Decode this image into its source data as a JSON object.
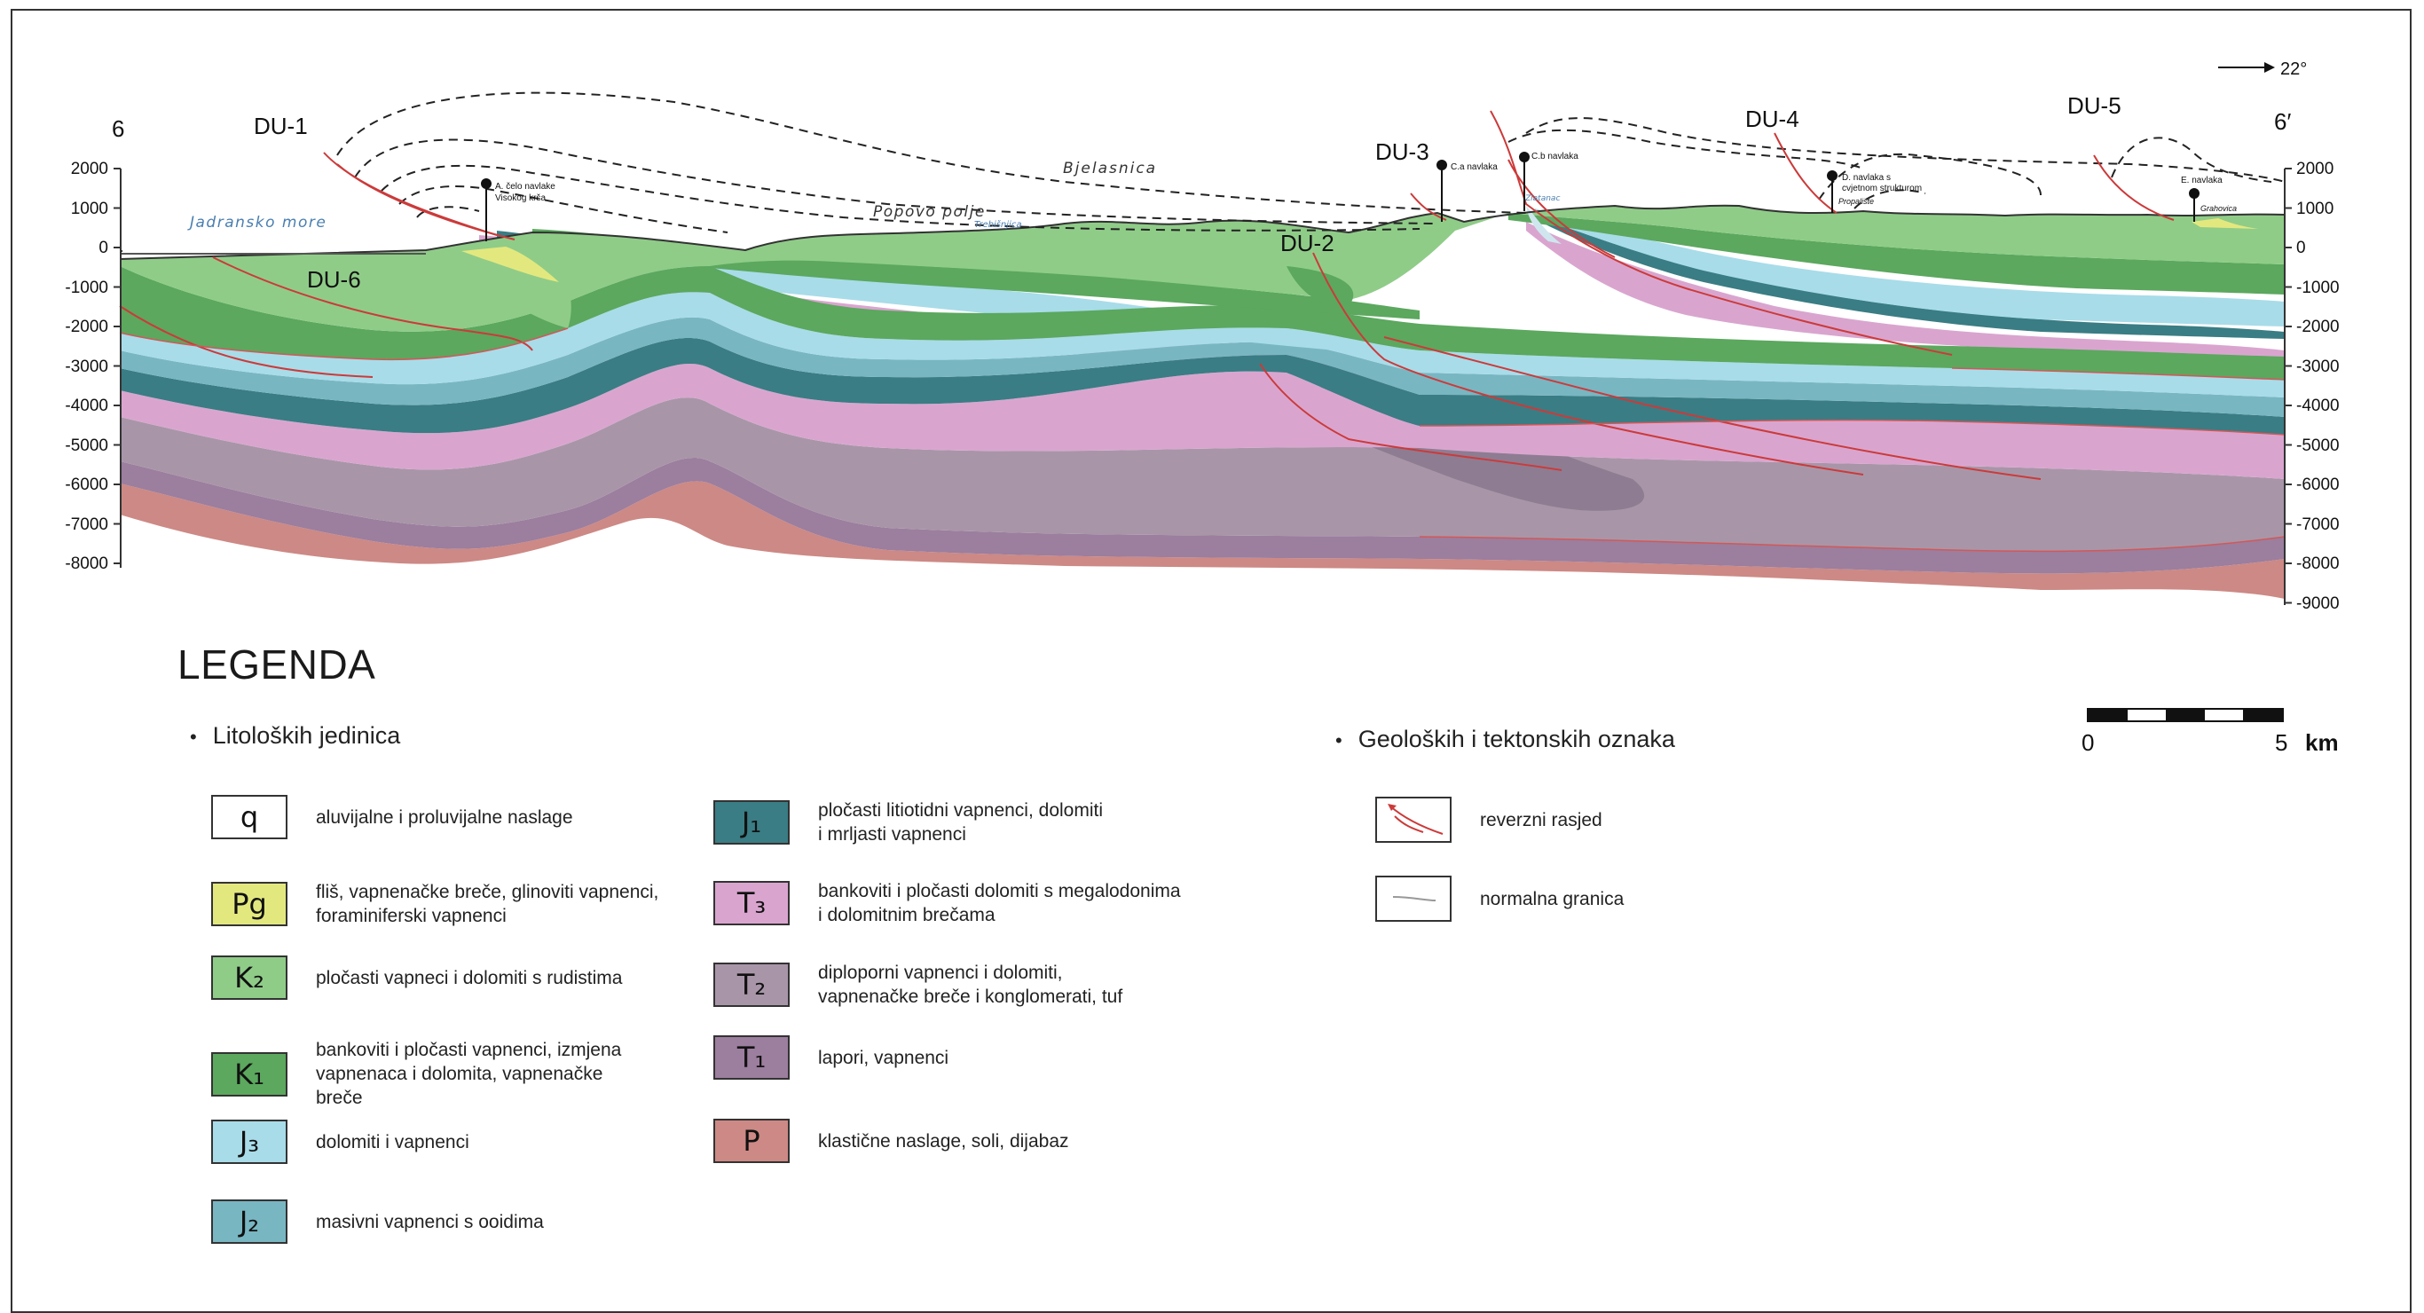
{
  "section": {
    "left_label": "6",
    "right_label": "6′",
    "orientation": "22°",
    "profiles": [
      "DU-1",
      "DU-2",
      "DU-3",
      "DU-4",
      "DU-5",
      "DU-6"
    ],
    "axis_left": [
      "2000",
      "1000",
      "0",
      "-1000",
      "-2000",
      "-3000",
      "-4000",
      "-5000",
      "-6000",
      "-7000",
      "-8000"
    ],
    "axis_right": [
      "2000",
      "1000",
      "0",
      "-1000",
      "-2000",
      "-3000",
      "-4000",
      "-5000",
      "-6000",
      "-7000",
      "-8000",
      "-9000"
    ],
    "places": {
      "sea": "Jadransko more",
      "polje": "Popovo polje",
      "mountain": "Bjelasnica",
      "river": "Trebišnjica",
      "a_nappe": "A. čelo navlake",
      "a_nappe_2": "Visokog krša",
      "ca": "C.a navlaka",
      "cb": "C.b navlaka",
      "d1": "D. navlaka s",
      "d2": "cvjetnom strukturom",
      "e": "E. navlaka",
      "zlat": "Zlatanac",
      "prop": "Propalište",
      "grah": "Grahovica"
    }
  },
  "legend": {
    "title": "LEGENDA",
    "units_title": "Litoloških jedinica",
    "symbols_title": "Geoloških i tektonskih oznaka",
    "units": [
      {
        "code": "q",
        "color": "#ffffff",
        "text": "aluvijalne i proluvijalne naslage"
      },
      {
        "code": "Pg",
        "color": "#e3e87e",
        "text": "fliš, vapnenačke breče, glinoviti vapnenci,\nforaminiferski vapnenci"
      },
      {
        "code": "K₂",
        "color": "#8fcc88",
        "text": "pločasti vapneci i dolomiti s rudistima"
      },
      {
        "code": "K₁",
        "color": "#5ba85e",
        "text": "bankoviti i pločasti vapnenci, izmjena\nvapnenaca i dolomita, vapnenačke\nbreče"
      },
      {
        "code": "J₃",
        "color": "#a8dce9",
        "text": "dolomiti i vapnenci"
      },
      {
        "code": "J₂",
        "color": "#78b6c2",
        "text": "masivni vapnenci s ooidima"
      },
      {
        "code": "J₁",
        "color": "#3a7d84",
        "text": "pločasti litiotidni vapnenci, dolomiti\ni mrljasti vapnenci"
      },
      {
        "code": "T₃",
        "color": "#d9a5cf",
        "text": "bankoviti i pločasti dolomiti s megalodonima\ni dolomitnim brečama"
      },
      {
        "code": "T₂",
        "color": "#a896a8",
        "text": "diploporni vapnenci i dolomiti,\nvapnenačke breče i konglomerati, tuf"
      },
      {
        "code": "T₁",
        "color": "#9c7e9e",
        "text": "lapori, vapnenci"
      },
      {
        "code": "P",
        "color": "#cd8985",
        "text": "klastične naslage, soli, dijabaz"
      }
    ],
    "symbols": [
      {
        "icon": "reverse-fault-icon",
        "text": "reverzni rasjed"
      },
      {
        "icon": "normal-boundary-icon",
        "text": "normalna granica"
      }
    ],
    "scale": {
      "start": "0",
      "end": "5",
      "unit": "km"
    }
  }
}
